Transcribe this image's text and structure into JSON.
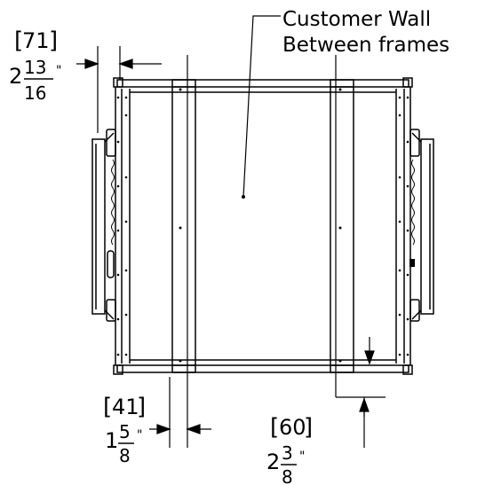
{
  "callout": {
    "line1": "Customer Wall",
    "line2": "Between frames"
  },
  "dimensions": {
    "top_left": {
      "bracket_value": "71",
      "whole": "2",
      "numerator": "13",
      "denominator": "16",
      "unit": "\""
    },
    "bottom_left": {
      "bracket_value": "41",
      "whole": "1",
      "numerator": "5",
      "denominator": "8",
      "unit": "\""
    },
    "bottom_right": {
      "bracket_value": "60",
      "whole": "2",
      "numerator": "3",
      "denominator": "8",
      "unit": "\""
    }
  },
  "colors": {
    "line": "#000000",
    "background": "#ffffff"
  }
}
